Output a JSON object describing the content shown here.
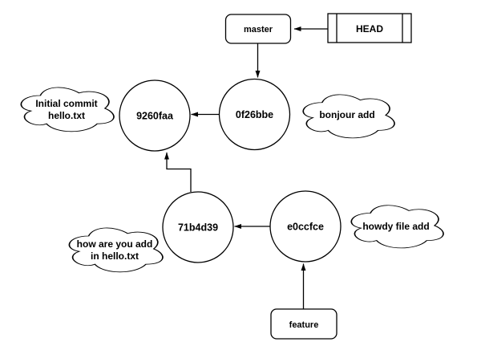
{
  "nodes": {
    "master_branch": "master",
    "head_pointer": "HEAD",
    "feature_branch": "feature",
    "commit_9260faa": "9260faa",
    "commit_0f26bbe": "0f26bbe",
    "commit_71b4d39": "71b4d39",
    "commit_e0ccfce": "e0ccfce"
  },
  "notes": {
    "initial_commit": {
      "line1": "Initial commit",
      "line2": "hello.txt"
    },
    "bonjour": "bonjour add",
    "how_are_you": {
      "line1": "how are you add",
      "line2": "in hello.txt"
    },
    "howdy": "howdy file add"
  },
  "colors": {
    "stroke": "#000000",
    "fill": "#ffffff",
    "text": "#000000",
    "background": "#ffffff"
  }
}
